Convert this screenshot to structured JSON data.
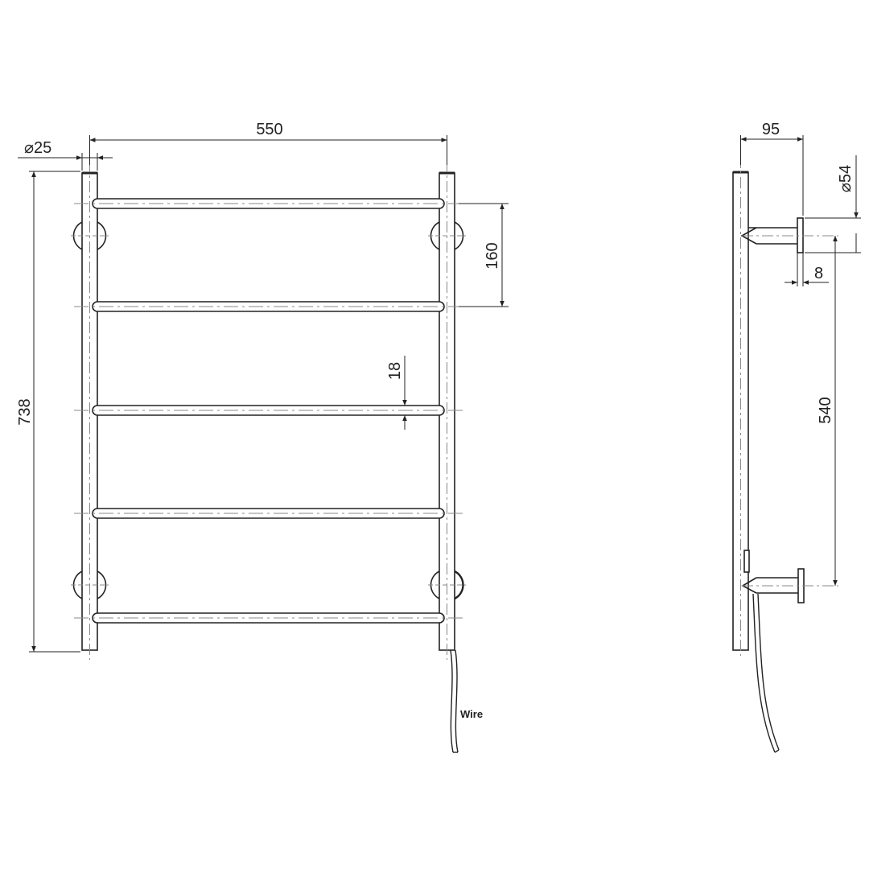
{
  "drawing": {
    "front_view": {
      "dimensions": {
        "overall_width": "550",
        "tube_diameter": "⌀25",
        "overall_height": "738",
        "rail_spacing": "160",
        "rail_diameter": "18"
      },
      "labels": {
        "wire": "Wire"
      },
      "rail_count": 5,
      "mount_count": 4
    },
    "side_view": {
      "dimensions": {
        "depth": "95",
        "flange_diameter": "⌀54",
        "flange_thickness": "8",
        "mount_spacing": "540"
      }
    },
    "colors": {
      "line": "#222222",
      "centerline": "#888888",
      "background": "#ffffff"
    }
  }
}
